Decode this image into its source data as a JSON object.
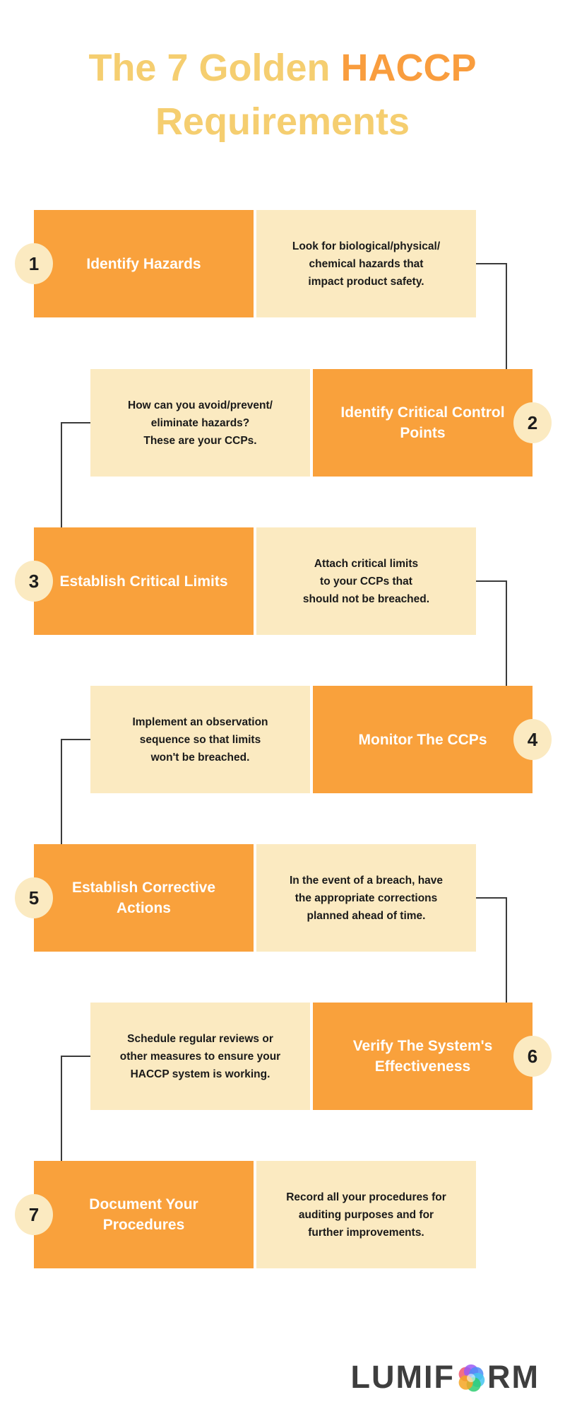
{
  "header": {
    "title_main": "The 7 Golden",
    "title_accent": "HACCP",
    "title_line2": "Requirements"
  },
  "steps": [
    {
      "number": "1",
      "side": "left",
      "title": "Identify Hazards",
      "description": "Look for biological/physical/\nchemical hazards that\nimpact product safety."
    },
    {
      "number": "2",
      "side": "right",
      "title": "Identify Critical Control Points",
      "description": "How can you avoid/prevent/\neliminate hazards?\nThese are your CCPs."
    },
    {
      "number": "3",
      "side": "left",
      "title": "Establish Critical Limits",
      "description": "Attach critical limits\nto your CCPs that\nshould not be breached."
    },
    {
      "number": "4",
      "side": "right",
      "title": "Monitor The CCPs",
      "description": "Implement an observation\nsequence so that limits\nwon't be breached."
    },
    {
      "number": "5",
      "side": "left",
      "title": "Establish Corrective Actions",
      "description": "In the event of a breach, have\nthe appropriate corrections\nplanned ahead of time."
    },
    {
      "number": "6",
      "side": "right",
      "title": "Verify The System's Effectiveness",
      "description": "Schedule regular reviews or\nother measures to ensure your\nHACCP system is working."
    },
    {
      "number": "7",
      "side": "left",
      "title": "Document Your Procedures",
      "description": "Record all your procedures for\nauditing purposes and for\nfurther improvements."
    }
  ],
  "logo": {
    "text_left": "LUMIF",
    "text_right": "RM",
    "icon": "lumiform-color-wheel-icon"
  },
  "colors": {
    "orange": "#F9A13C",
    "cream": "#FBEAC1",
    "title_gold": "#F5CE70",
    "title_accent": "#F99D3E",
    "connector": "#3b3b3b",
    "logo_text": "#3e3e3e"
  }
}
